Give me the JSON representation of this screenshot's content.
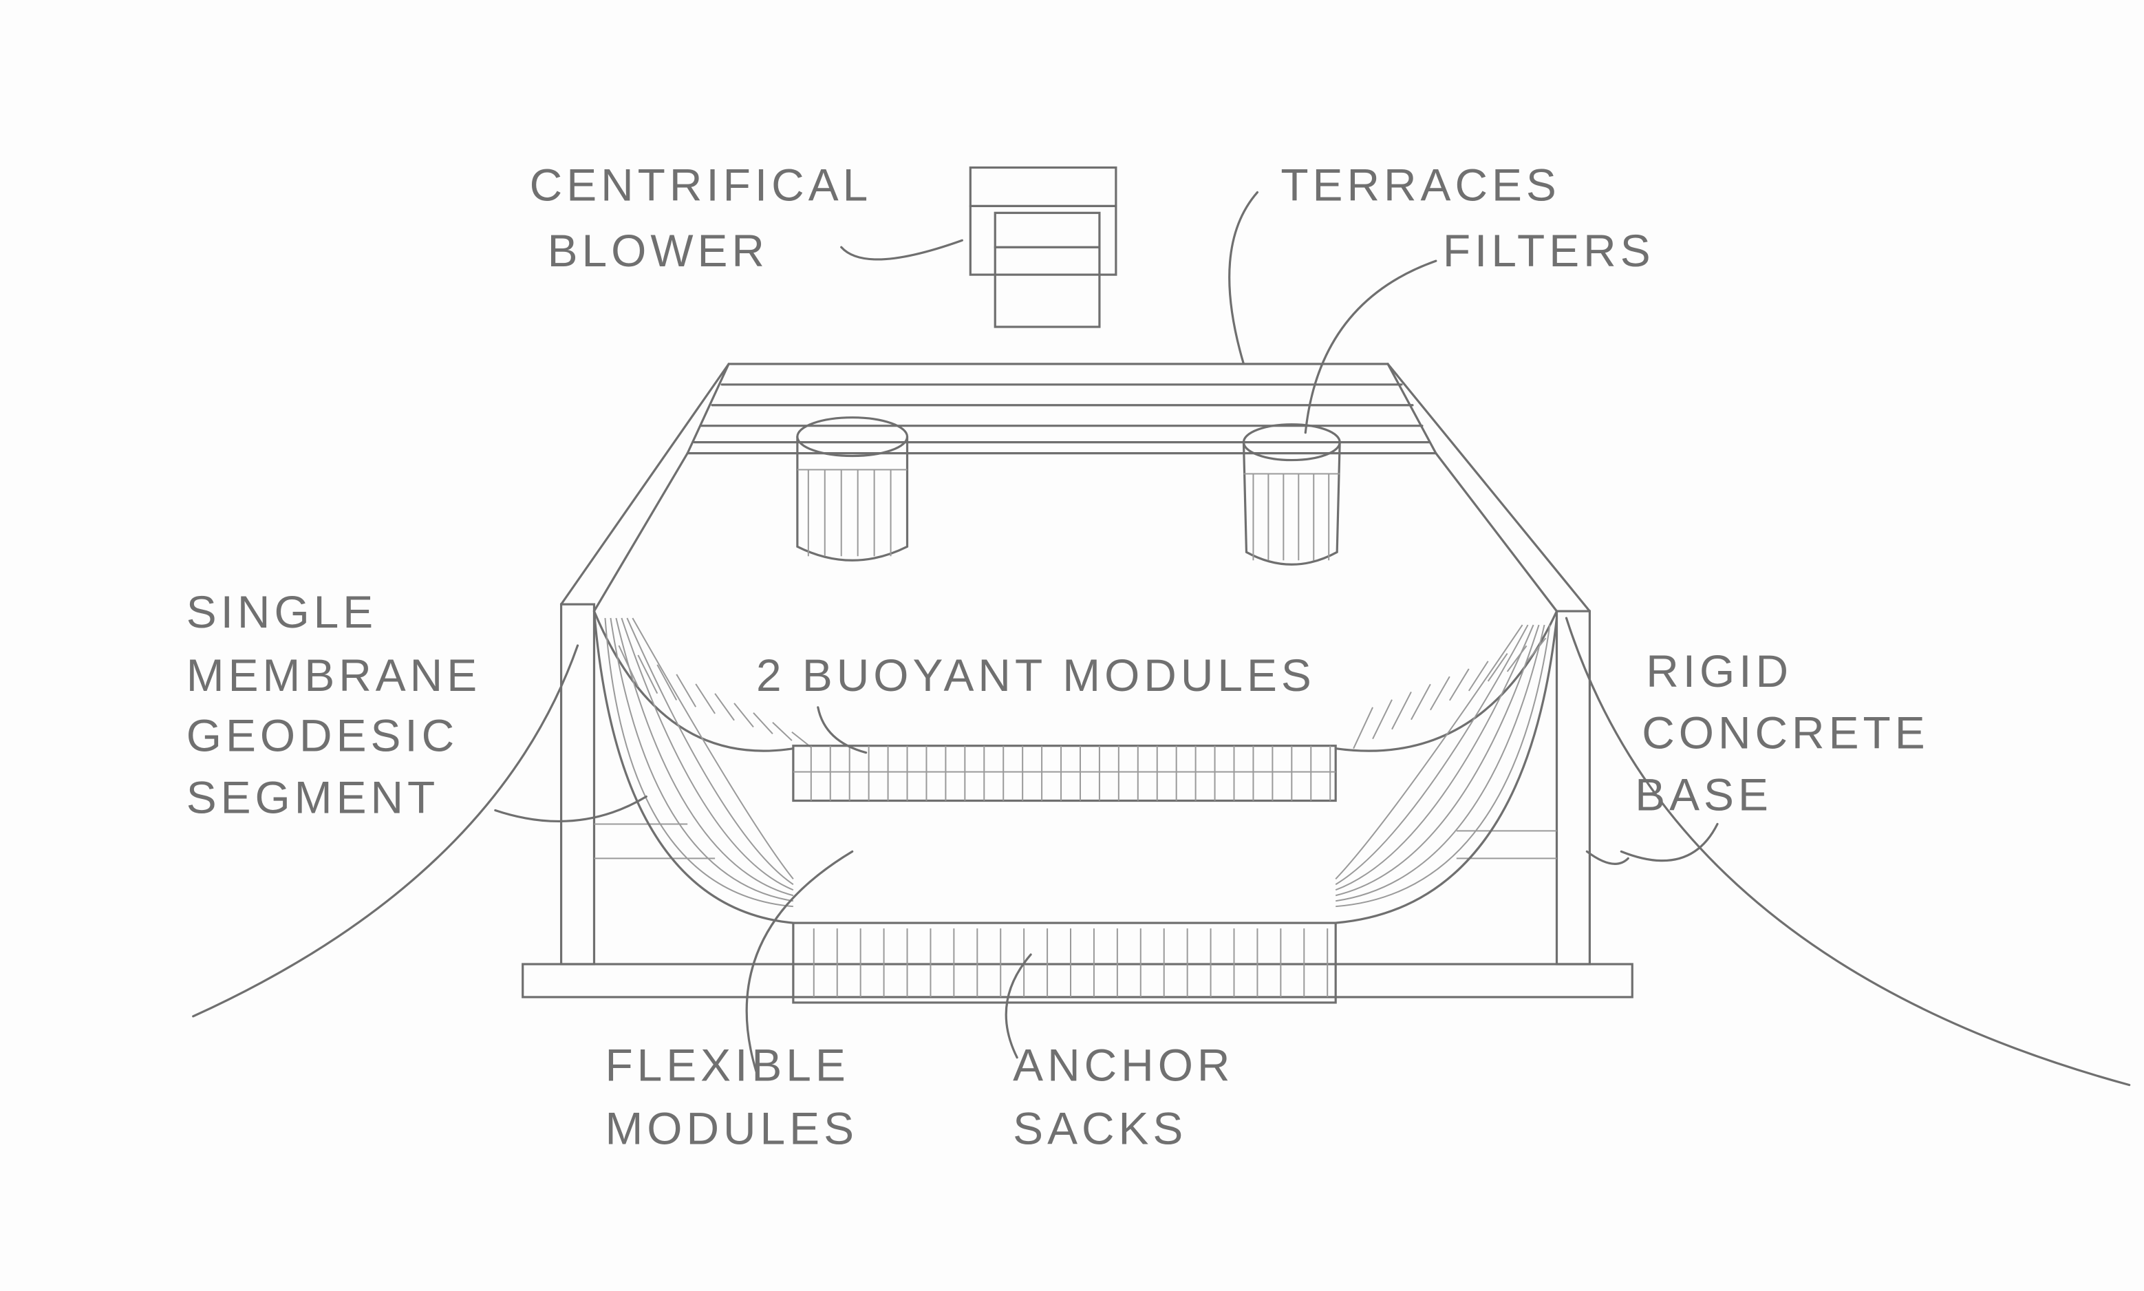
{
  "title": "Buoyant module structure sketch",
  "labels": {
    "blower_1": "CENTRIFICAL",
    "blower_2": "BLOWER",
    "terraces": "TERRACES",
    "filters": "FILTERS",
    "membrane_1": "SINGLE",
    "membrane_2": "MEMBRANE",
    "membrane_3": "GEODESIC",
    "membrane_4": "SEGMENT",
    "buoyant": "2 BUOYANT MODULES",
    "base_1": "RIGID",
    "base_2": "CONCRETE",
    "base_3": "BASE",
    "flexible_1": "FLEXIBLE",
    "flexible_2": "MODULES",
    "anchor_1": "ANCHOR",
    "anchor_2": "SACKS"
  },
  "colors": {
    "pencil": "#6f6f6f",
    "paper": "#fdfdfd"
  }
}
